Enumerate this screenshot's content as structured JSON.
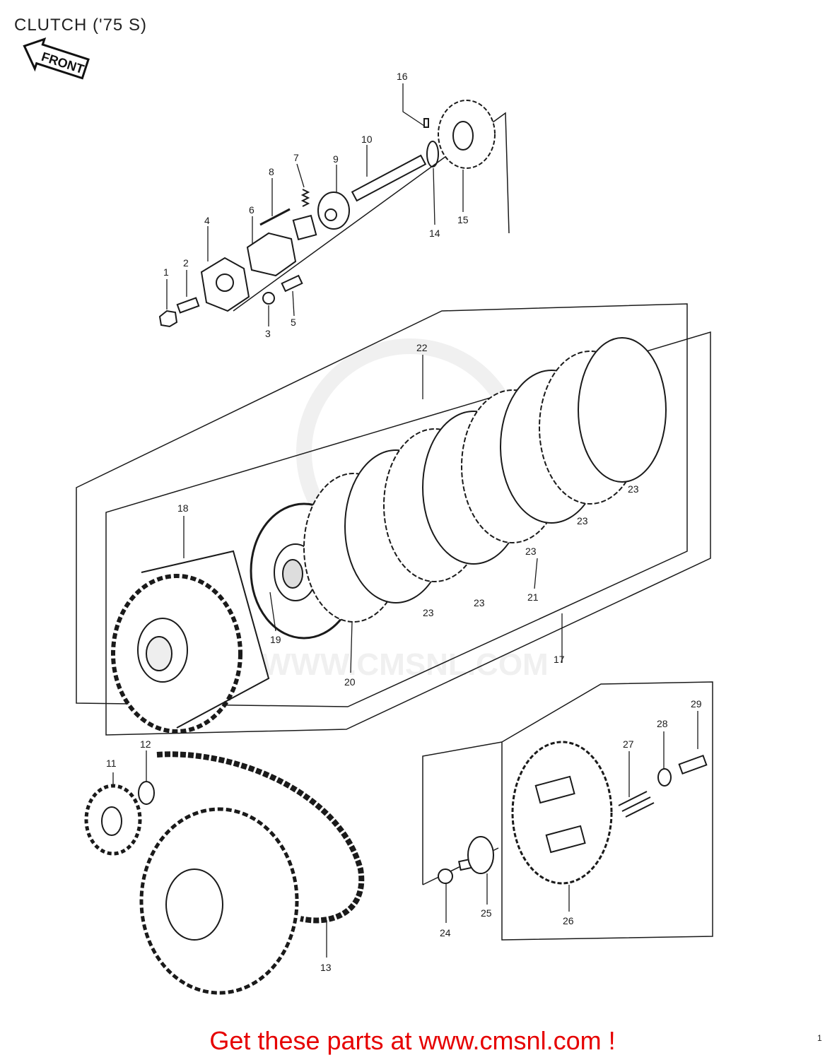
{
  "title": "CLUTCH ('75 S)",
  "front_label": "FRONT",
  "watermark": "WWW.CMSNL.COM",
  "footer_text": "Get these parts at www.cmsnl.com !",
  "page_number": "1",
  "colors": {
    "line": "#1a1a1a",
    "footer": "#e60000",
    "watermark": "#e8e8e8"
  },
  "callouts": [
    {
      "num": "1"
    },
    {
      "num": "2"
    },
    {
      "num": "3"
    },
    {
      "num": "4"
    },
    {
      "num": "5"
    },
    {
      "num": "6"
    },
    {
      "num": "7"
    },
    {
      "num": "8"
    },
    {
      "num": "9"
    },
    {
      "num": "10"
    },
    {
      "num": "11"
    },
    {
      "num": "12"
    },
    {
      "num": "13"
    },
    {
      "num": "14"
    },
    {
      "num": "15"
    },
    {
      "num": "16"
    },
    {
      "num": "17"
    },
    {
      "num": "18"
    },
    {
      "num": "19"
    },
    {
      "num": "20"
    },
    {
      "num": "21"
    },
    {
      "num": "22"
    },
    {
      "num": "23"
    },
    {
      "num": "23"
    },
    {
      "num": "23"
    },
    {
      "num": "23"
    },
    {
      "num": "23"
    },
    {
      "num": "23"
    },
    {
      "num": "24"
    },
    {
      "num": "25"
    },
    {
      "num": "26"
    },
    {
      "num": "27"
    },
    {
      "num": "28"
    },
    {
      "num": "29"
    }
  ]
}
